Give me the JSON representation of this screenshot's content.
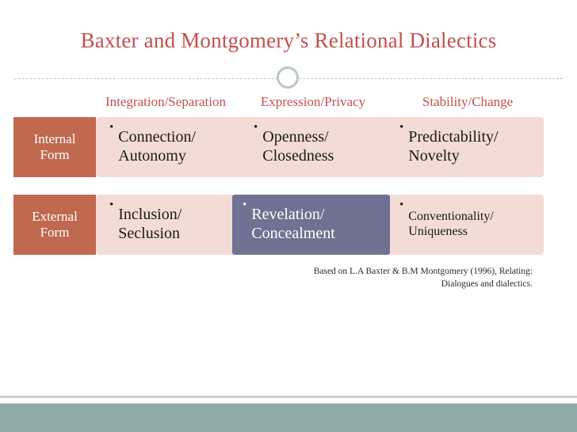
{
  "slide": {
    "title": "Baxter and Montgomery’s Relational Dialectics",
    "column_headers": [
      "Integration/Separation",
      "Expression/Privacy",
      "Stability/Change"
    ],
    "row_labels": [
      {
        "line1": "Internal",
        "line2": "Form"
      },
      {
        "line1": "External",
        "line2": "Form"
      }
    ],
    "cells": [
      [
        {
          "bullet": "•",
          "line1": "Connection/",
          "line2": "Autonomy"
        },
        {
          "bullet": "•",
          "line1": "Openness/",
          "line2": "Closedness"
        },
        {
          "bullet": "•",
          "line1": "Predictability/",
          "line2": "Novelty"
        }
      ],
      [
        {
          "bullet": "•",
          "line1": "Inclusion/",
          "line2": "Seclusion"
        },
        {
          "bullet": "•",
          "line1": "Revelation/",
          "line2": "Concealment"
        },
        {
          "bullet": "•",
          "line1": "Conventionality/",
          "line2": "Uniqueness"
        }
      ]
    ],
    "source": {
      "line1": "Based on L.A Baxter & B.M Montgomery (1996), Relating:",
      "line2": "Dialogues and dialectics."
    },
    "colors": {
      "title": "#c0504d",
      "header": "#c0504d",
      "row_label_bg": "#c0694f",
      "cell_bg": "#f2dcd5",
      "highlight_bg": "#6f7292",
      "footer_bar": "#8fa9a9",
      "divider": "#b9c6cc"
    }
  }
}
